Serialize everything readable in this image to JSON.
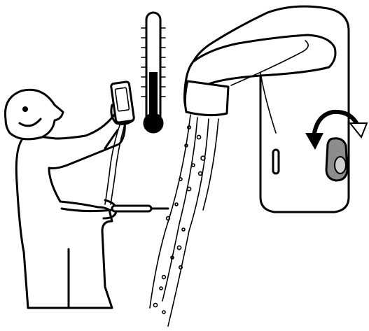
{
  "illustration": {
    "elements": [
      "person-figure",
      "smartphone",
      "thermometer",
      "sensor-faucet",
      "water-stream",
      "temperature-probe",
      "lever-handle",
      "rotate-arrow-icon"
    ]
  },
  "colors": {
    "line": "#000000",
    "background": "#ffffff",
    "handle_fill": "#8c8c8c",
    "handle_highlight": "#d0d0d0"
  },
  "thermometer": {
    "level": 0.5
  }
}
